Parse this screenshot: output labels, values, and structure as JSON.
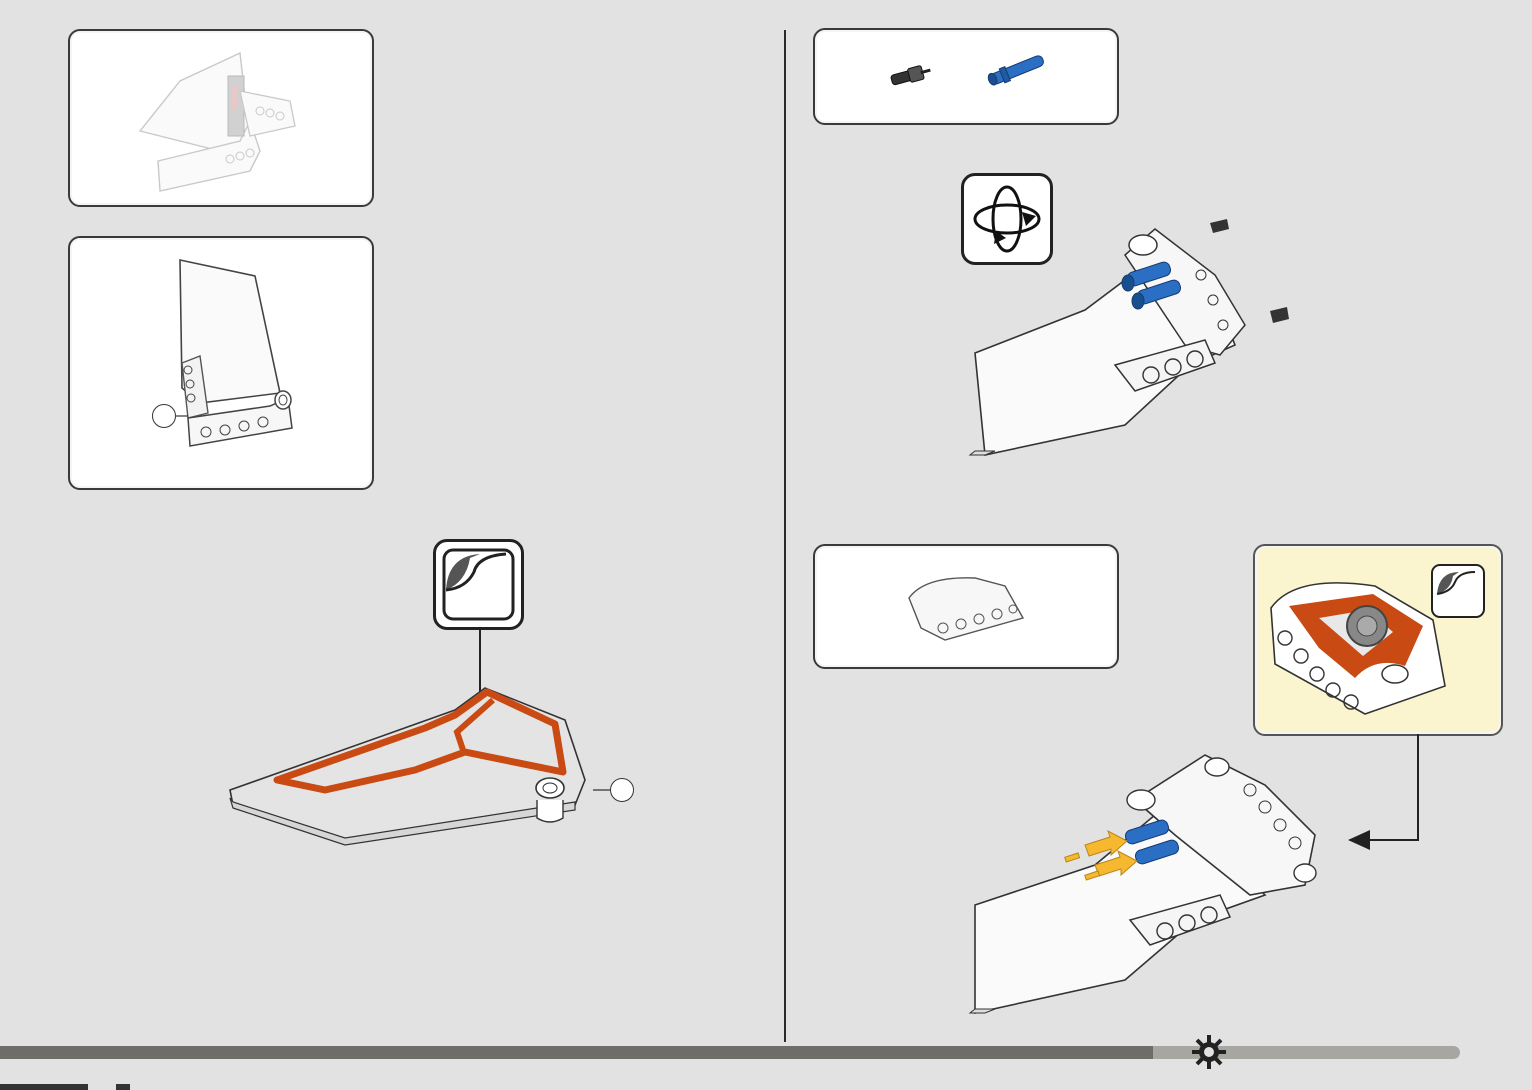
{
  "manual": {
    "left_page": {
      "previous_step_preview": "assembled-subassembly-preview",
      "build_panel": "part-preview",
      "sticker_icon": "sticker-icon"
    },
    "right_page": {
      "parts_panel": [
        "black-axle-pin",
        "blue-long-pin"
      ],
      "rotate_icon": "rotate-model-icon",
      "parts_panel_2": [
        "white-beam-connector"
      ],
      "sticker_callout": "sticker-icon"
    }
  },
  "progress": {
    "fraction": 0.79
  },
  "colors": {
    "background": "#e2e2e2",
    "accent_orange": "#c94a12",
    "pin_blue": "#2a6fc4",
    "arrow_yellow": "#f5b82e",
    "sticker_highlight": "#fbf5cf"
  }
}
